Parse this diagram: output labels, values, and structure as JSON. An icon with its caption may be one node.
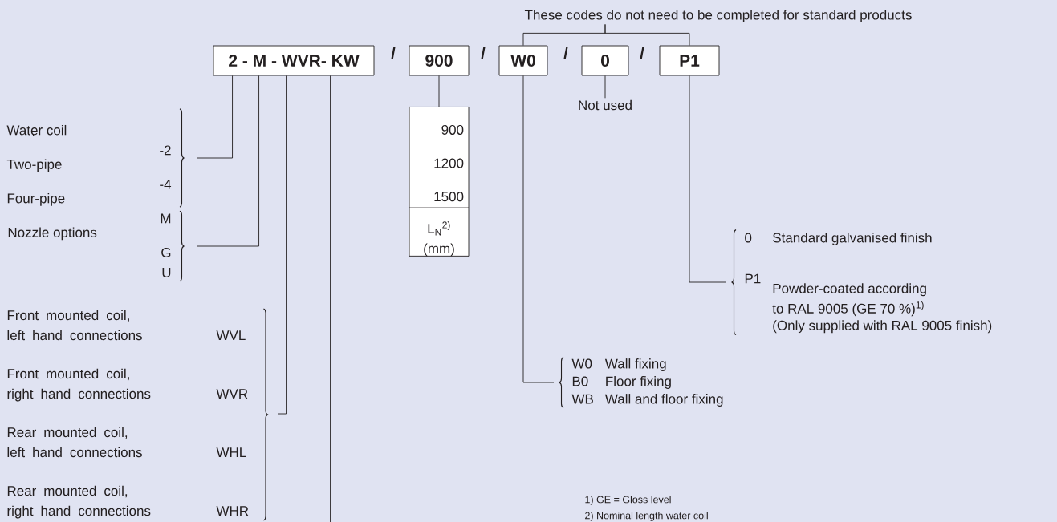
{
  "diagram": {
    "nodes": [
      {
        "text": [
          "2 - M - WVR- KW"
        ]
      },
      {
        "text": [
          "900"
        ]
      },
      {
        "text": [
          "W0"
        ]
      },
      {
        "text": [
          "0"
        ]
      },
      {
        "text": [
          "P1"
        ]
      },
      {
        "text": [
          "900",
          "1200",
          "1500",
          "L$_{N}$$^{2)}$ (mm)"
        ]
      },
      {
        "text": [
          "Not used"
        ]
      },
      {
        "text": [
          "These codes do not need to be completed for standard products"
        ]
      },
      {
        "text": [
          "Water coil",
          "Two-pipe",
          "-2",
          "Four-pipe",
          "-4"
        ]
      },
      {
        "text": [
          "Nozzle options",
          "M",
          "G",
          "U"
        ]
      },
      {
        "text": [
          "Front mounted coil, left hand connections",
          "WVL",
          "Front mounted coil, right hand connections",
          "WVR",
          "Rear mounted coil, left hand connections",
          "WHL",
          "Rear mounted coil, right hand connections",
          "WHR"
        ]
      },
      {
        "text": [
          "W0",
          "Wall fixing",
          "B0",
          "Floor fixing",
          "WB",
          "Wall and floor fixing"
        ]
      },
      {
        "text": [
          "0",
          "Standard galvanised finish",
          "P1",
          "Powder-coated according to RAL 9005 (GE 70 %)$^{1)}$",
          "(Only supplied with RAL 9005 finish)"
        ]
      }
    ],
    "edges": [
      {
        "from": 0,
        "to": 8,
        "arrow": "none"
      },
      {
        "from": 0,
        "to": 9,
        "arrow": "none"
      },
      {
        "from": 0,
        "to": 10,
        "arrow": "none"
      },
      {
        "from": 0,
        "to": null,
        "arrow": "none"
      },
      {
        "from": 1,
        "to": 5,
        "arrow": "none"
      },
      {
        "from": 3,
        "to": 6,
        "arrow": "none"
      },
      {
        "from": 7,
        "to": 2,
        "arrow": "none"
      },
      {
        "from": 7,
        "to": 4,
        "arrow": "none"
      },
      {
        "from": 2,
        "to": 11,
        "arrow": "none"
      },
      {
        "from": 4,
        "to": 12,
        "arrow": "none"
      }
    ],
    "labels": [
      "/",
      "/",
      "/",
      "/",
      "1) GE = Gloss level",
      "2) Nominal length water coil"
    ]
  }
}
